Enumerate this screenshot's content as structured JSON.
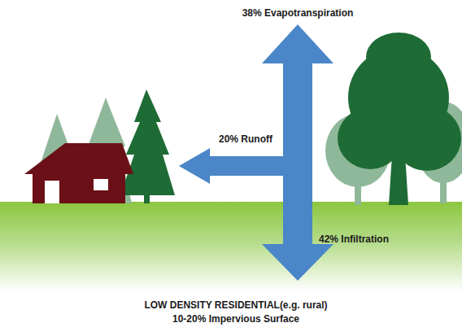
{
  "diagram": {
    "labels": [
      "38% Evapotranspiration",
      "20% Runoff",
      "42% Infiltration",
      "LOW DENSITY RESIDENTIAL(e.g. rural)",
      "10-20% Impervious Surface"
    ]
  }
}
